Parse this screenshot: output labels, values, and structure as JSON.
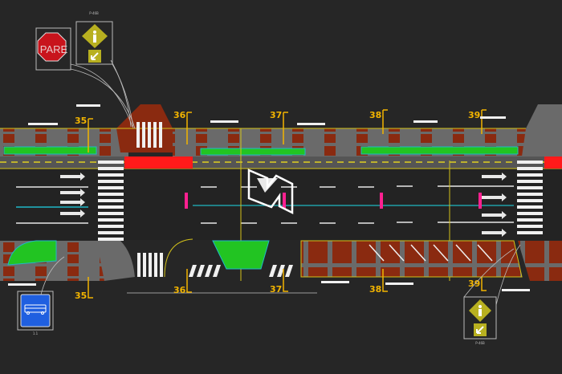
{
  "drawing": {
    "stop_sign_text": "PARE",
    "pedestrian_sign_label_top": "P-46B",
    "pedestrian_sign_label_bottom": "P-46B",
    "bus_sign_label": "1.1",
    "stations_top": [
      "35",
      "36",
      "37",
      "38",
      "39"
    ],
    "stations_bottom": [
      "35",
      "36",
      "37",
      "38",
      "39"
    ]
  },
  "colors": {
    "background": "#262626",
    "sidewalk": "#6a6a6a",
    "brick": "#8a2a10",
    "planter": "#22c422",
    "curb": "#d4c21a",
    "lane": "#e8e8e8",
    "station": "#f2b400",
    "red_zone": "#ff1a1a",
    "bus_sign": "#1f5fe0",
    "ped_sign": "#b8b020"
  }
}
